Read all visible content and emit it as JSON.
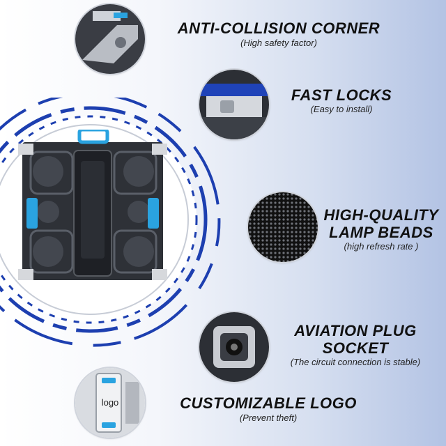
{
  "features": [
    {
      "title": "ANTI-COLLISION CORNER",
      "subtitle": "(High safety factor)",
      "icon": "corner-icon"
    },
    {
      "title": "FAST LOCKS",
      "subtitle": "(Easy to install)",
      "icon": "lock-icon"
    },
    {
      "title_line1": "HIGH-QUALITY",
      "title_line2": "LAMP BEADS",
      "subtitle": "(high refresh rate )",
      "icon": "lamp-beads-icon"
    },
    {
      "title_line1": "AVIATION PLUG",
      "title_line2": "SOCKET",
      "subtitle": "(The circuit connection is stable)",
      "icon": "plug-socket-icon"
    },
    {
      "title": "CUSTOMIZABLE LOGO",
      "subtitle": "(Prevent theft)",
      "logo_text": "logo",
      "icon": "logo-plate-icon"
    }
  ],
  "colors": {
    "accent": "#1f43b8",
    "ring_blue": "#1d3fb0",
    "handle_blue": "#2aa3e0",
    "panel_dark": "#2a2d33"
  }
}
